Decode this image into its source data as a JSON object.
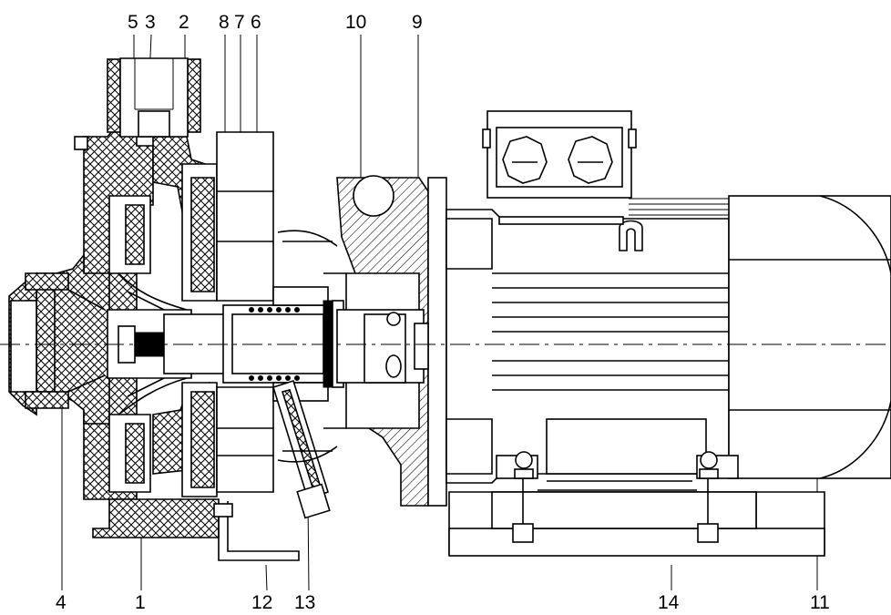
{
  "callouts_top": [
    "5",
    "3",
    "2",
    "8",
    "7",
    "6",
    "10",
    "9"
  ],
  "callouts_bottom": [
    "4",
    "1",
    "12",
    "13",
    "14",
    "11"
  ],
  "icons": {
    "terminal_screw": "flat-head-screw-icon",
    "lifting_eye": "lifting-lug-icon"
  }
}
